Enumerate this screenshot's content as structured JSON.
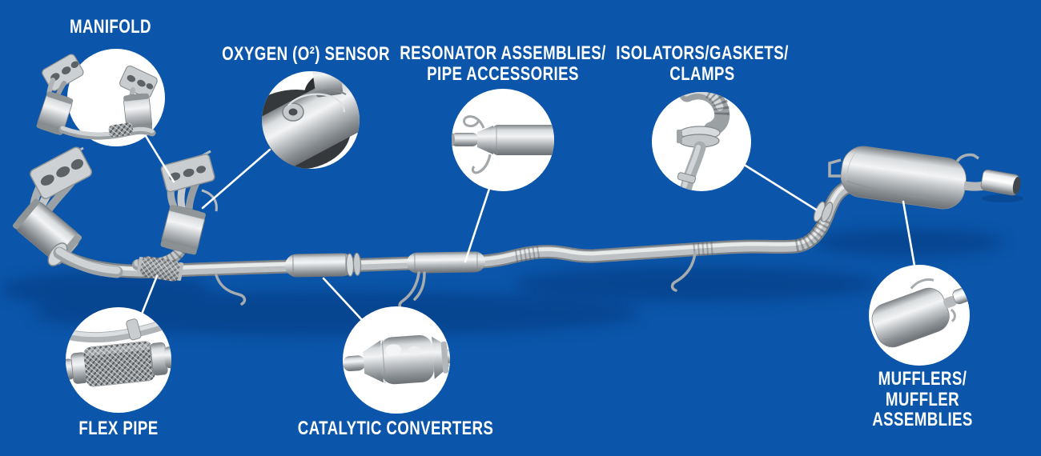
{
  "colors": {
    "background": "#0b56aa",
    "label_text": "#ffffff",
    "callout_circle": "#ffffff",
    "connector_line": "#ffffff",
    "metal_highlight": "#f3f4f5",
    "metal_base": "#b7bbbe",
    "metal_shadow": "#6d7175",
    "scene_shadow": "#042f6e"
  },
  "callouts": {
    "manifold": {
      "label": "MANIFOLD",
      "icon": "manifold-part-image"
    },
    "oxygen_sensor": {
      "label": "OXYGEN (O²) SENSOR",
      "icon": "oxygen-sensor-part-image"
    },
    "resonator": {
      "label": "RESONATOR ASSEMBLIES/\nPIPE ACCESSORIES",
      "icon": "resonator-part-image"
    },
    "isolators": {
      "label": "ISOLATORS/GASKETS/\nCLAMPS",
      "icon": "isolator-gasket-clamp-part-image"
    },
    "flex_pipe": {
      "label": "FLEX PIPE",
      "icon": "flex-pipe-part-image"
    },
    "catalytic_converters": {
      "label": "CATALYTIC CONVERTERS",
      "icon": "catalytic-converter-part-image"
    },
    "mufflers": {
      "label": "MUFFLERS/\nMUFFLER ASSEMBLIES",
      "icon": "muffler-part-image"
    }
  }
}
